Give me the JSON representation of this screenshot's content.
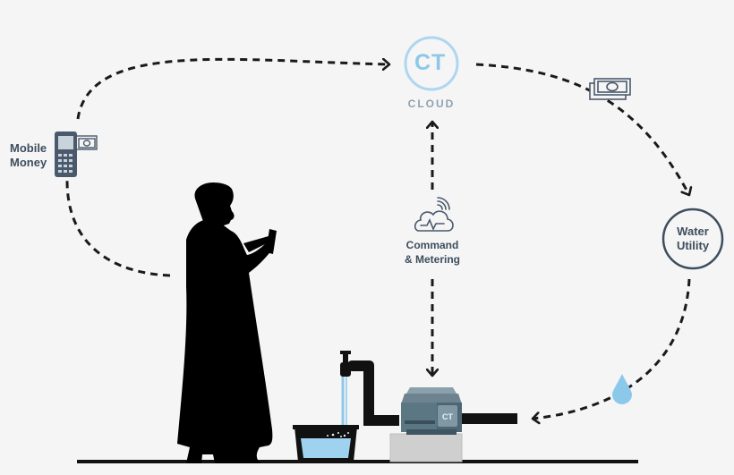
{
  "labels": {
    "mobile_money_line1": "Mobile",
    "mobile_money_line2": "Money",
    "ct_logo": "CT",
    "cloud": "CLOUD",
    "water_utility_line1": "Water",
    "water_utility_line2": "Utility",
    "command_line1": "Command",
    "command_line2": "& Metering"
  },
  "colors": {
    "background": "#f5f5f5",
    "arrow": "#1a1a1a",
    "ct_ring": "#aed7ef",
    "utility_ring": "#3d4d5e",
    "icon": "#4a5a6c",
    "water": "#8cc8ea",
    "meter_body": "#5a7180"
  }
}
